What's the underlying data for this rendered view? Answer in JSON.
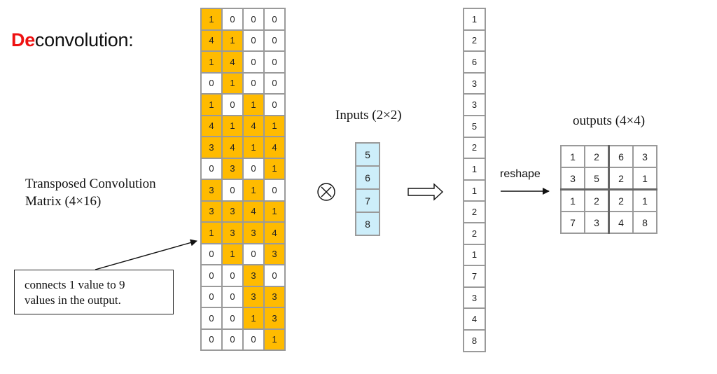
{
  "title": {
    "highlight": "De",
    "rest": "convolution:"
  },
  "transposed_matrix_label": {
    "line1": "Transposed Convolution",
    "line2": "Matrix (4×16)"
  },
  "note": {
    "line1": "connects 1 value to 9",
    "line2": "values in the output."
  },
  "inputs_label": "Inputs (2×2)",
  "outputs_label": "outputs (4×4)",
  "reshape_label": "reshape",
  "operator_icon": "circled-times-icon",
  "implies_icon": "hollow-right-arrow-icon",
  "colors": {
    "highlight_cell": "#ffbb00",
    "input_cell": "#cdeefa",
    "title_accent": "#ee1111"
  },
  "matrix": {
    "rows": [
      [
        1,
        0,
        0,
        0
      ],
      [
        4,
        1,
        0,
        0
      ],
      [
        1,
        4,
        0,
        0
      ],
      [
        0,
        1,
        0,
        0
      ],
      [
        1,
        0,
        1,
        0
      ],
      [
        4,
        1,
        4,
        1
      ],
      [
        3,
        4,
        1,
        4
      ],
      [
        0,
        3,
        0,
        1
      ],
      [
        3,
        0,
        1,
        0
      ],
      [
        3,
        3,
        4,
        1
      ],
      [
        1,
        3,
        3,
        4
      ],
      [
        0,
        1,
        0,
        3
      ],
      [
        0,
        0,
        3,
        0
      ],
      [
        0,
        0,
        3,
        3
      ],
      [
        0,
        0,
        1,
        3
      ],
      [
        0,
        0,
        0,
        1
      ]
    ],
    "highlighted": [
      [
        1,
        0,
        0,
        0
      ],
      [
        1,
        1,
        0,
        0
      ],
      [
        1,
        1,
        0,
        0
      ],
      [
        0,
        1,
        0,
        0
      ],
      [
        1,
        0,
        1,
        0
      ],
      [
        1,
        1,
        1,
        1
      ],
      [
        1,
        1,
        1,
        1
      ],
      [
        0,
        1,
        0,
        1
      ],
      [
        1,
        0,
        1,
        0
      ],
      [
        1,
        1,
        1,
        1
      ],
      [
        1,
        1,
        1,
        1
      ],
      [
        0,
        1,
        0,
        1
      ],
      [
        0,
        0,
        1,
        0
      ],
      [
        0,
        0,
        1,
        1
      ],
      [
        0,
        0,
        1,
        1
      ],
      [
        0,
        0,
        0,
        1
      ]
    ]
  },
  "inputs": [
    5,
    6,
    7,
    8
  ],
  "result_vector": [
    1,
    2,
    6,
    3,
    3,
    5,
    2,
    1,
    1,
    2,
    2,
    1,
    7,
    3,
    4,
    8
  ],
  "outputs": [
    [
      1,
      2,
      6,
      3
    ],
    [
      3,
      5,
      2,
      1
    ],
    [
      1,
      2,
      2,
      1
    ],
    [
      7,
      3,
      4,
      8
    ]
  ]
}
